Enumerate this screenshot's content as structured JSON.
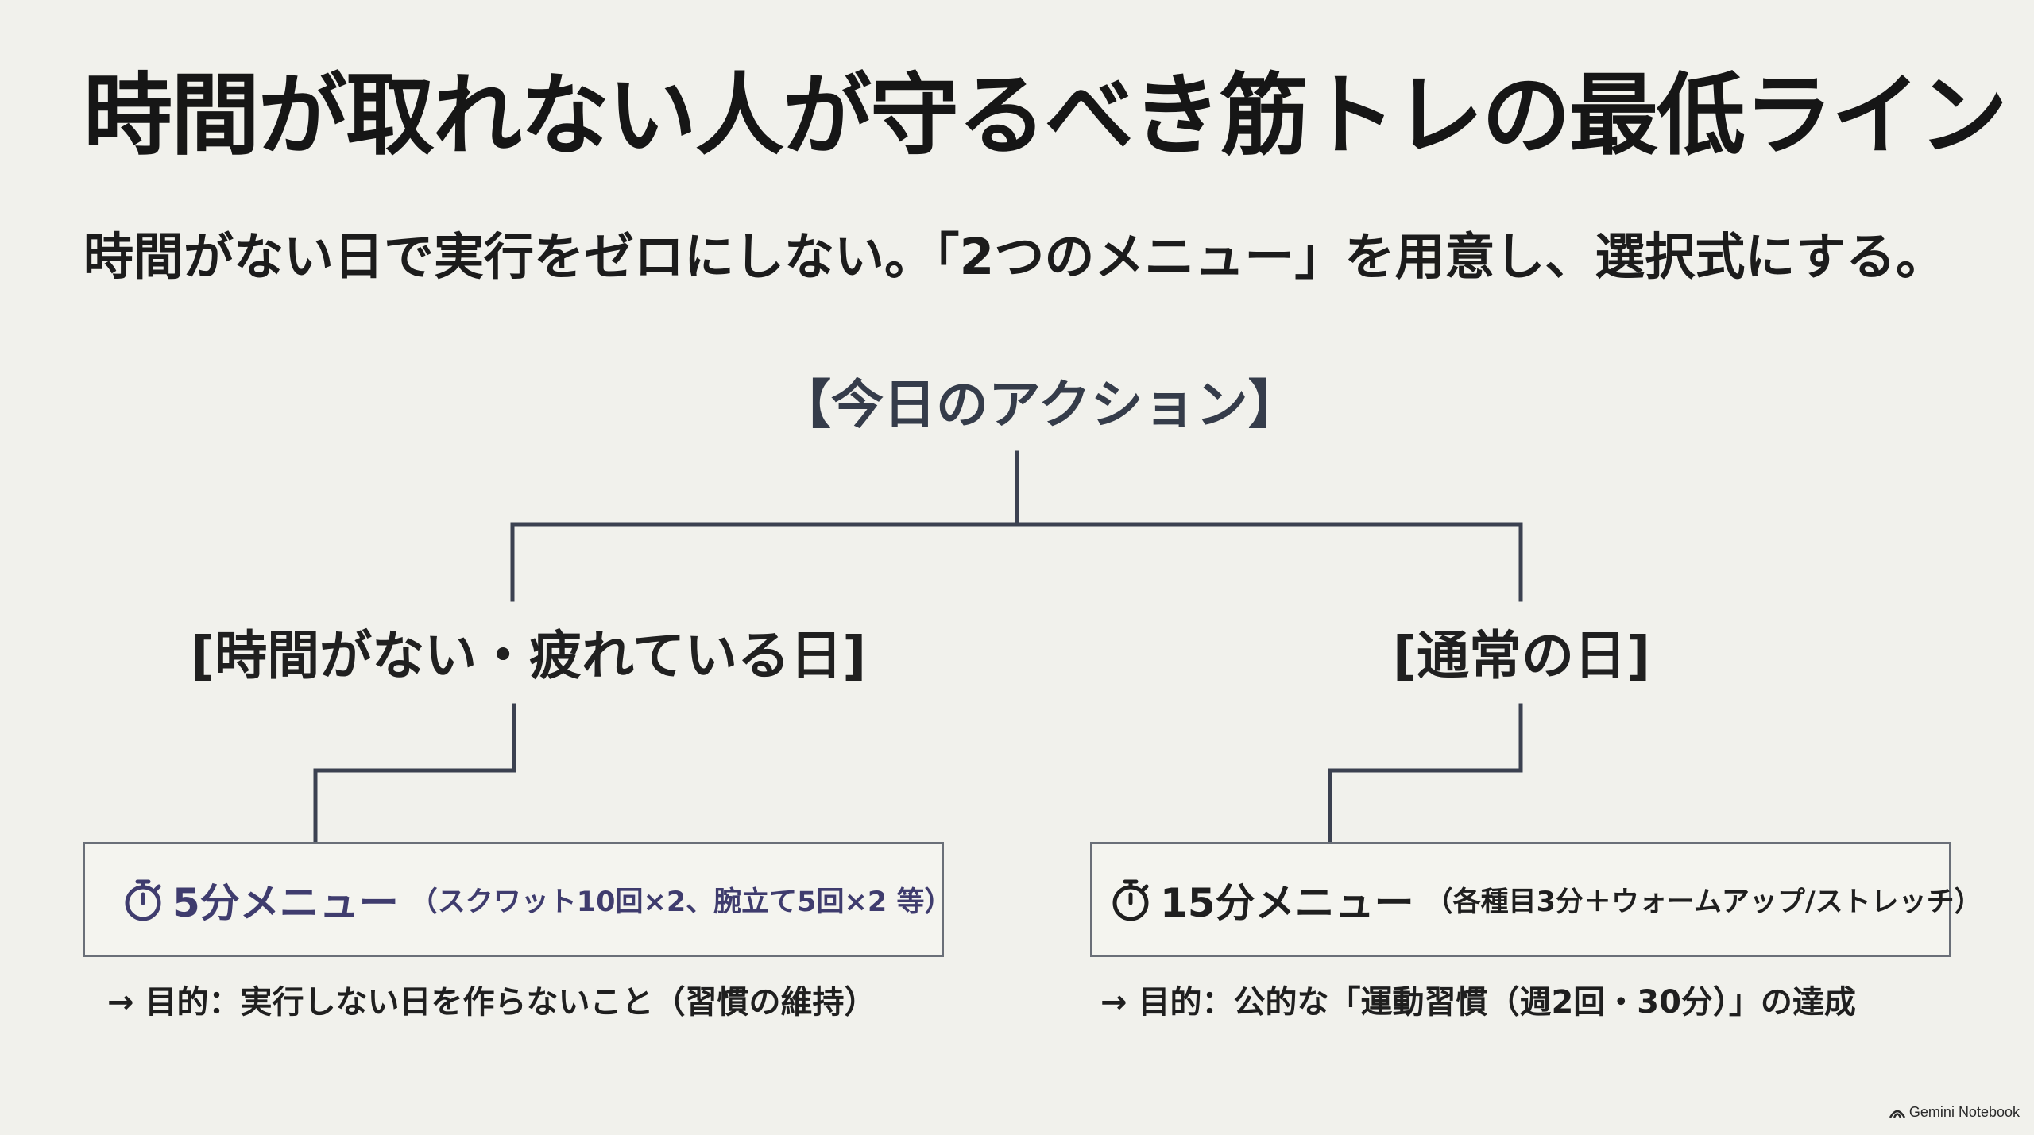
{
  "header": {
    "title": "時間が取れない人が守るべき筋トレの最低ライン",
    "subtitle": "時間がない日で実行をゼロにしない。「2つのメニュー」を用意し、選択式にする。"
  },
  "tree": {
    "root_label": "【今日のアクション】",
    "branches": [
      {
        "label": "[時間がない・疲れている日]",
        "menu_title": "5分メニュー",
        "menu_detail": "（スクワット10回×2、腕立て5回×2 等）",
        "purpose": "→ 目的：実行しない日を作らないこと（習慣の維持）",
        "color": "#3f3c6e"
      },
      {
        "label": "[通常の日]",
        "menu_title": "15分メニュー",
        "menu_detail": "（各種目3分＋ウォームアップ/ストレッチ）",
        "purpose": "→ 目的：公的な「運動習慣（週2回・30分）」の達成",
        "color": "#1f1f1f"
      }
    ],
    "icon": "stopwatch-icon",
    "line_color": "#3b4150"
  },
  "footer": {
    "watermark": "Gemini Notebook",
    "icon": "gemini-logo-icon"
  }
}
